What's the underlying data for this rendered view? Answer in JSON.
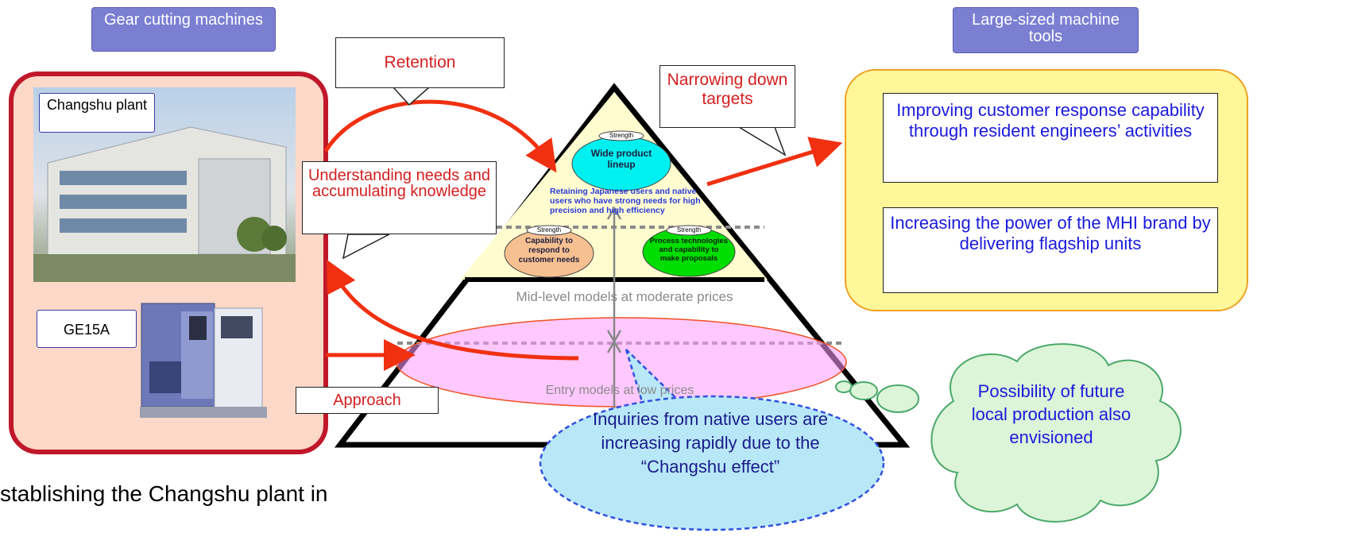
{
  "left_panel": {
    "tag": "Gear cutting machines",
    "plant_label": "Changshu plant",
    "machine_label": "GE15A",
    "bottom_text": "stablishing the Changshu plant in"
  },
  "right_panel": {
    "tag": "Large-sized machine tools",
    "item1": "Improving customer response capability through resident engineers’ activities",
    "item2": "Increasing the power of the MHI brand by delivering flagship units"
  },
  "callouts": {
    "retention": "Retention",
    "understanding": "Understanding needs and accumulating knowledge",
    "approach": "Approach",
    "narrowing": "Narrowing down targets"
  },
  "pyramid": {
    "strength_label": "Strength",
    "strength_top": "Wide product lineup",
    "top_text": "Retaining Japanese users and native users who have strong needs for high precision and high efficiency",
    "strength_left": "Capability to respond to customer needs",
    "strength_right": "Process technologies and capability to make proposals",
    "mid_label": "Mid-level models at moderate prices",
    "entry_label": "Entry models at low prices"
  },
  "bubbles": {
    "inquiries": "Inquiries from native users are increasing rapidly due to the “Changshu effect”",
    "possibility": "Possibility of future local production also envisioned"
  },
  "colors": {
    "left_panel_fill": "#fcd8c8",
    "left_panel_border": "#c0182a",
    "right_panel_fill": "#fff79a",
    "right_panel_border": "#f0a020",
    "tag_fill": "#7b7fd2",
    "arrow": "#f03010",
    "pink_ellipse": "#ff9bff",
    "green_cloud_fill": "#dcf5d8",
    "blue_bubble_fill": "#b8e8f8"
  }
}
